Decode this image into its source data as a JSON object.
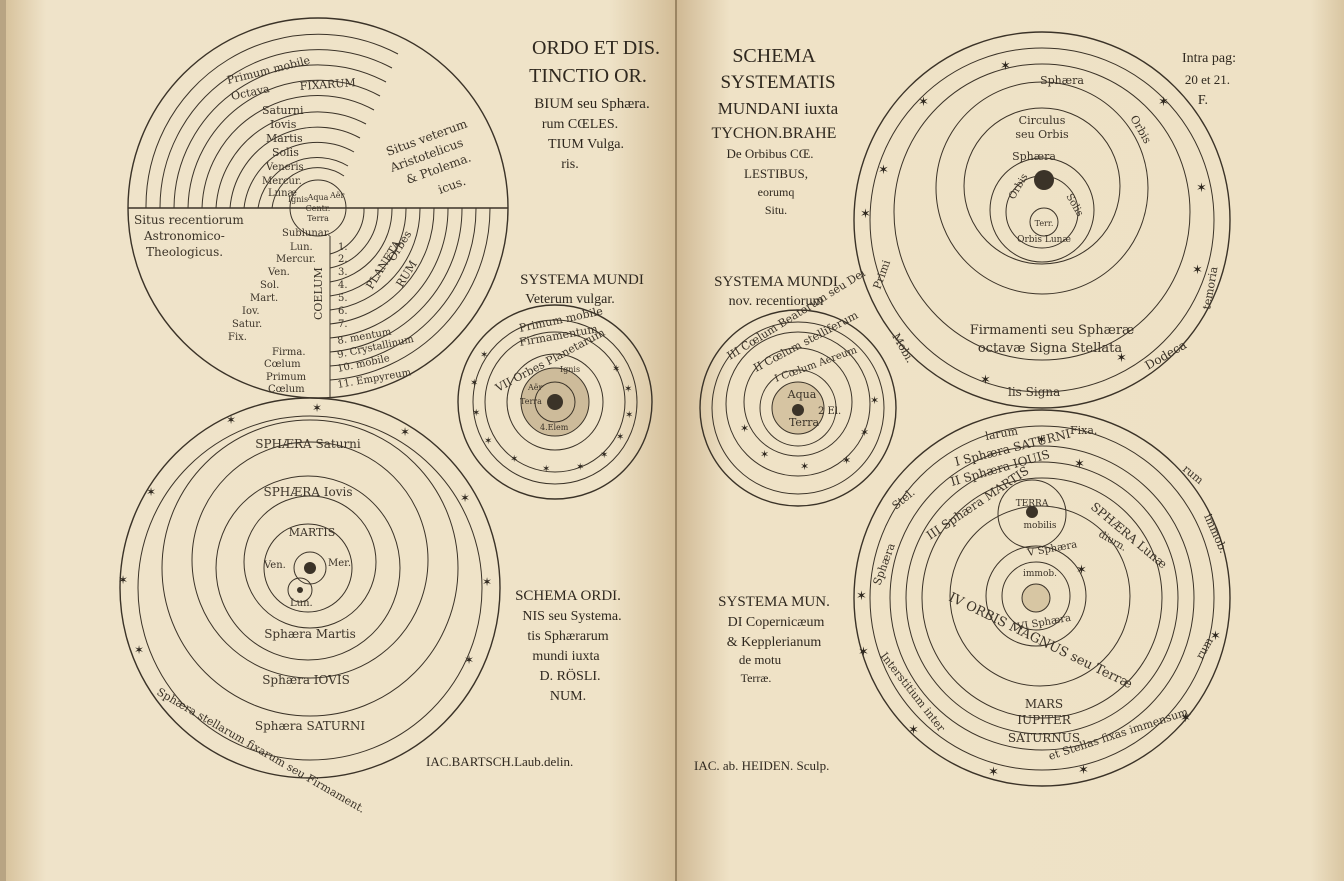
{
  "page_left": {
    "title": [
      "ORDO ET DIS.",
      "TINCTIO OR.",
      "BIUM seu Sphæra.",
      "rum CŒLES.",
      "TIUM Vulga.",
      "ris."
    ],
    "systema_vulgar": [
      "SYSTEMA MUNDI",
      "Veterum vulgar."
    ],
    "schema_ordinis": [
      "SCHEMA ORDI.",
      "NIS seu Systema.",
      "tis Sphærarum",
      "mundi iuxta",
      "D. RÖSLI.",
      "NUM."
    ],
    "credit": "IAC.BARTSCH.Laub.delin.",
    "fig1_upper_rings": [
      "Primum mobile",
      "Octava",
      "FIXARUM",
      "Saturni",
      "Iovis",
      "Martis",
      "Solis",
      "Veneris",
      "Mercur.",
      "Lunæ",
      "Ignis",
      "Aër"
    ],
    "fig1_center": [
      "Aqua",
      "Centr.",
      "Terra"
    ],
    "fig1_right_note": [
      "Situs veterum",
      "Aristotelicus",
      "& Ptolema.",
      "icus."
    ],
    "fig1_left_note": [
      "Situs recentiorum",
      "Astronomico-",
      "Theologicus."
    ],
    "fig1_lower_left": [
      "Sublunar.",
      "Lun.",
      "Mercur.",
      "Ven.",
      "Sol.",
      "Mart.",
      "Iov.",
      "Satur.",
      "Fix.",
      "Firma.",
      "Cœlum",
      "Primum",
      "Cœlum"
    ],
    "fig1_lower_right": [
      "1.",
      "2.",
      "3.",
      "4.",
      "5.",
      "6.",
      "7.",
      "8. mentum",
      "9. Crystallinum",
      "10. mobile",
      "11. Empyreum"
    ],
    "fig1_vertical": [
      "Orbes",
      "PLANETA",
      "RUM",
      "COELUM"
    ],
    "fig2_labels": [
      "Primum mobile",
      "Firmamentum",
      "VII Orbes Planetarum",
      "Ignis",
      "Aër",
      "Terra",
      "4.Elem"
    ],
    "fig3_labels": [
      "SPHÆRA Saturni",
      "SPHÆRA Iovis",
      "MARTIS",
      "Ven.",
      "Mer.",
      "Lun.",
      "Sphæra Martis",
      "Sphæra IOVIS",
      "Sphæra SATURNI",
      "Sphæra stellarum fixarum seu Firmament."
    ]
  },
  "page_right": {
    "title": [
      "SCHEMA",
      "SYSTEMATIS",
      "MUNDANI iuxta",
      "TYCHON.BRAHE",
      "De Orbibus CŒ.",
      "LESTIBUS,",
      "eorumq",
      "Situ."
    ],
    "page_ref": [
      "Intra pag:",
      "20 et 21.",
      "F."
    ],
    "systema_novum": [
      "SYSTEMA MUNDI",
      "nov. recentiorum"
    ],
    "systema_copernic": [
      "SYSTEMA MUN.",
      "DI Copernicæum",
      "& Kepplerianum",
      "de motu",
      "Terræ."
    ],
    "credit": "IAC. ab. HEIDEN. Sculp.",
    "fig4_labels": [
      "III Cœlum Beatorum seu Dei",
      "II Cœlum stelliferum",
      "I Cœlum Aereum",
      "Aqua",
      "2 El.",
      "Terra"
    ],
    "fig5_labels": [
      "Sphæra",
      "Circulus",
      "seu Orbis",
      "Sphæra",
      "Orbis",
      "Solis",
      "Terr.",
      "Orbis Lunæ",
      "Orbis",
      "Primi",
      "Mobi.",
      "Firmamenti seu Sphæræ",
      "octavæ Signa Stellata",
      "lis Signa",
      "Dodeca",
      "temoria"
    ],
    "fig6_labels": [
      "Sphæra",
      "Stel.",
      "larum",
      "Fixa.",
      "rum",
      "immob.",
      "I Sphæra SATURNI",
      "II Sphæra IOUIS",
      "III Sphæra MARTIS",
      "TERRA",
      "mobilis",
      "SPHÆRA Lunæ",
      "diurn.",
      "V Sphæra",
      "immob.",
      "VI Sphæra",
      "IV ORBIS MAGNUS seu Terræ",
      "MARS",
      "IUPITER",
      "SATURNUS",
      "Interstitium inter",
      "et Stellas fixas immensum.",
      "rum"
    ]
  },
  "colors": {
    "paper": "#efe2c7",
    "paper_edge": "#d9c6a0",
    "ink": "#3b3328",
    "spine": "#b9a27e"
  }
}
